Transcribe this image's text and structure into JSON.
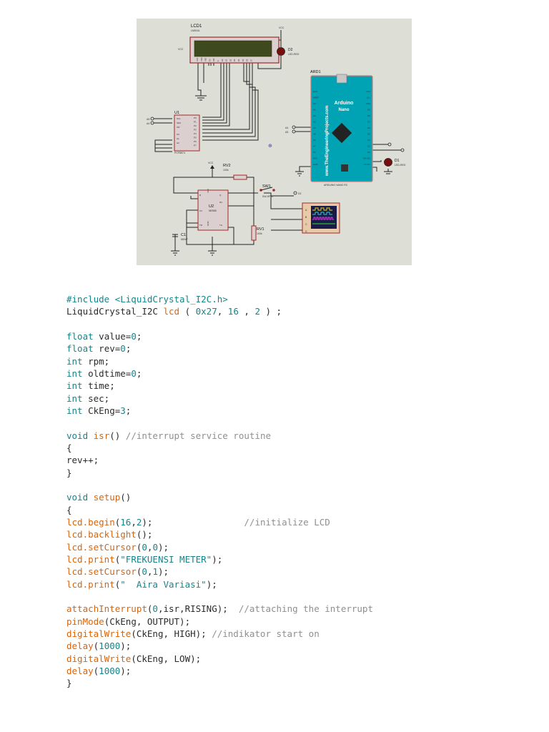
{
  "schematic": {
    "lcd": {
      "name": "LCD1",
      "part": "LM016L",
      "pins": [
        "VSS",
        "VDD",
        "VEE",
        "RS",
        "RW",
        "E",
        "D0",
        "D1",
        "D2",
        "D3",
        "D4",
        "D5",
        "D6",
        "D7"
      ]
    },
    "d2": {
      "name": "D2",
      "part": "LED-RED"
    },
    "vcc_label": "VCC",
    "u1": {
      "name": "U1",
      "part": "PCF8574",
      "left_pins": [
        "SCL",
        "SDA",
        "INT",
        "A0",
        "A1",
        "A2"
      ],
      "right_pins": [
        "P0",
        "P1",
        "P2",
        "P3",
        "P4",
        "P5",
        "P6",
        "P7"
      ]
    },
    "a4": "A4",
    "a5": "A5",
    "ard1": {
      "name": "ARD1",
      "brand": "Arduino",
      "model": "Nano",
      "site": "www.TheEngineeringProjects.com",
      "footer": "ARDUINO NANO R3",
      "left_pins": [
        "D13",
        "AREF",
        "A0",
        "A1",
        "A2",
        "A3",
        "A4",
        "A5",
        "A6",
        "A7",
        "5V",
        "RST",
        "GND"
      ],
      "right_pins": [
        "D12",
        "D11",
        "D10",
        "D9",
        "D8",
        "D7",
        "D6",
        "D5",
        "D4",
        "D3",
        "D2",
        "RX<D0",
        "TX>D1"
      ]
    },
    "d1": {
      "name": "D1",
      "part": "LED-RED"
    },
    "rv2": {
      "name": "RV2",
      "value": "100k"
    },
    "u2": {
      "name": "U2",
      "part": "NE555",
      "pins": [
        "R",
        "CV",
        "TR",
        "Q",
        "DC",
        "TH",
        "GND",
        "VCC"
      ]
    },
    "sw1": {
      "name": "SW1",
      "part": "SW-SPST"
    },
    "d2_net": "D2",
    "c1": {
      "name": "C1",
      "value": "680nF"
    },
    "rv1": {
      "name": "RV1",
      "value": "100k"
    },
    "scope_channels": [
      "A",
      "B",
      "C",
      "D"
    ]
  },
  "code": [
    [
      {
        "t": "#include <LiquidCrystal_I2C.h>",
        "c": "kw"
      }
    ],
    [
      {
        "t": "LiquidCrystal_I2C "
      },
      {
        "t": "lcd",
        "c": "fn"
      },
      {
        "t": " ( "
      },
      {
        "t": "0x27",
        "c": "num"
      },
      {
        "t": ", "
      },
      {
        "t": "16",
        "c": "num"
      },
      {
        "t": " , "
      },
      {
        "t": "2",
        "c": "num"
      },
      {
        "t": " ) ;"
      }
    ],
    [],
    [
      {
        "t": "float",
        "c": "kw"
      },
      {
        "t": " value="
      },
      {
        "t": "0",
        "c": "num"
      },
      {
        "t": ";"
      }
    ],
    [
      {
        "t": "float",
        "c": "kw"
      },
      {
        "t": " rev="
      },
      {
        "t": "0",
        "c": "num"
      },
      {
        "t": ";"
      }
    ],
    [
      {
        "t": "int",
        "c": "kw"
      },
      {
        "t": " rpm;"
      }
    ],
    [
      {
        "t": "int",
        "c": "kw"
      },
      {
        "t": " oldtime="
      },
      {
        "t": "0",
        "c": "num"
      },
      {
        "t": ";"
      }
    ],
    [
      {
        "t": "int",
        "c": "kw"
      },
      {
        "t": " time;"
      }
    ],
    [
      {
        "t": "int",
        "c": "kw"
      },
      {
        "t": " sec;"
      }
    ],
    [
      {
        "t": "int",
        "c": "kw"
      },
      {
        "t": " CkEng="
      },
      {
        "t": "3",
        "c": "num"
      },
      {
        "t": ";"
      }
    ],
    [],
    [
      {
        "t": "void",
        "c": "kw"
      },
      {
        "t": " "
      },
      {
        "t": "isr",
        "c": "fn"
      },
      {
        "t": "() "
      },
      {
        "t": "//interrupt service routine",
        "c": "cmt"
      }
    ],
    [
      {
        "t": "{"
      }
    ],
    [
      {
        "t": "rev++;"
      }
    ],
    [
      {
        "t": "}"
      }
    ],
    [],
    [
      {
        "t": "void",
        "c": "kw"
      },
      {
        "t": " "
      },
      {
        "t": "setup",
        "c": "fn"
      },
      {
        "t": "()"
      }
    ],
    [
      {
        "t": "{"
      }
    ],
    [
      {
        "t": "lcd.begin",
        "c": "fn"
      },
      {
        "t": "("
      },
      {
        "t": "16",
        "c": "num"
      },
      {
        "t": ","
      },
      {
        "t": "2",
        "c": "num"
      },
      {
        "t": ");                 "
      },
      {
        "t": "//initialize LCD",
        "c": "cmt"
      }
    ],
    [
      {
        "t": "lcd.backlight",
        "c": "fn"
      },
      {
        "t": "();"
      }
    ],
    [
      {
        "t": "lcd.setCursor",
        "c": "fn"
      },
      {
        "t": "("
      },
      {
        "t": "0",
        "c": "num"
      },
      {
        "t": ","
      },
      {
        "t": "0",
        "c": "num"
      },
      {
        "t": ");"
      }
    ],
    [
      {
        "t": "lcd.print",
        "c": "fn"
      },
      {
        "t": "("
      },
      {
        "t": "\"FREKUENSI METER\"",
        "c": "str"
      },
      {
        "t": ");"
      }
    ],
    [
      {
        "t": "lcd.setCursor",
        "c": "fn"
      },
      {
        "t": "("
      },
      {
        "t": "0",
        "c": "num"
      },
      {
        "t": ","
      },
      {
        "t": "1",
        "c": "num"
      },
      {
        "t": ");"
      }
    ],
    [
      {
        "t": "lcd.print",
        "c": "fn"
      },
      {
        "t": "("
      },
      {
        "t": "\"  Aira Variasi\"",
        "c": "str"
      },
      {
        "t": ");"
      }
    ],
    [],
    [
      {
        "t": "attachInterrupt",
        "c": "fn"
      },
      {
        "t": "("
      },
      {
        "t": "0",
        "c": "num"
      },
      {
        "t": ",isr,RISING);  "
      },
      {
        "t": "//attaching the interrupt",
        "c": "cmt"
      }
    ],
    [
      {
        "t": "pinMode",
        "c": "fn"
      },
      {
        "t": "(CkEng, OUTPUT);"
      }
    ],
    [
      {
        "t": "digitalWrite",
        "c": "fn"
      },
      {
        "t": "(CkEng, HIGH); "
      },
      {
        "t": "//indikator start on",
        "c": "cmt"
      }
    ],
    [
      {
        "t": "delay",
        "c": "fn"
      },
      {
        "t": "("
      },
      {
        "t": "1000",
        "c": "num"
      },
      {
        "t": ");"
      }
    ],
    [
      {
        "t": "digitalWrite",
        "c": "fn"
      },
      {
        "t": "(CkEng, LOW);"
      }
    ],
    [
      {
        "t": "delay",
        "c": "fn"
      },
      {
        "t": "("
      },
      {
        "t": "1000",
        "c": "num"
      },
      {
        "t": ");"
      }
    ],
    [
      {
        "t": "}"
      }
    ]
  ]
}
